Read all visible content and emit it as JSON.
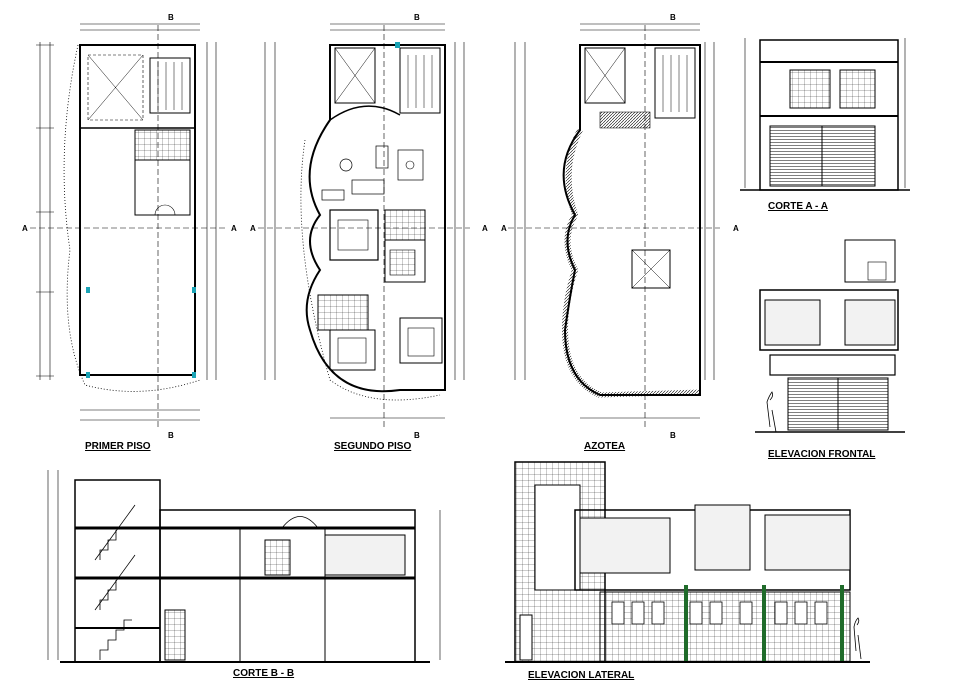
{
  "labels": {
    "primer_piso": "PRIMER PISO",
    "segundo_piso": "SEGUNDO PISO",
    "azotea": "AZOTEA",
    "corte_aa": "CORTE A - A",
    "elevacion_frontal": "ELEVACION FRONTAL",
    "corte_bb": "CORTE B - B",
    "elevacion_lateral": "ELEVACION LATERAL"
  },
  "section_marks": {
    "a": "A",
    "b": "B"
  },
  "colors": {
    "line": "#000000",
    "accent": "#1aa3b5",
    "green": "#1f6b2a",
    "fill": "#f2f2f2"
  }
}
